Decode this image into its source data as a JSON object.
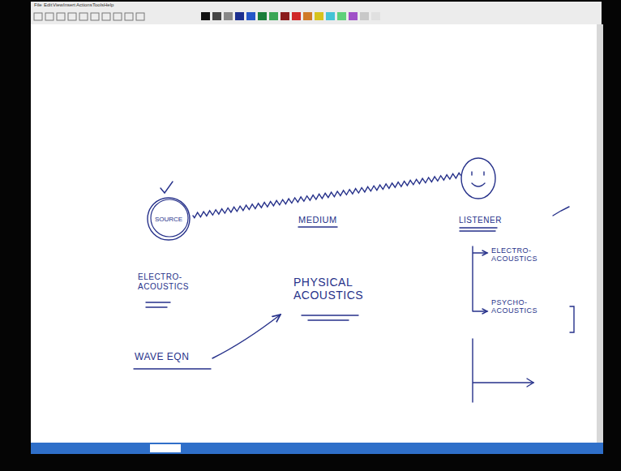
{
  "diagram": {
    "nodes": [
      {
        "text": [
          "SOURCE"
        ]
      }
    ],
    "labels": [
      "File",
      "Edit",
      "View",
      "Insert",
      "Actions",
      "Tools",
      "Help",
      "MEDIUM",
      "LISTENER",
      "ELECTRO- ACOUSTICS",
      "PHYSICAL ACOUSTICS",
      "ELECTRO- ACOUSTICS",
      "PSYCHO- ACOUSTICS",
      "WAVE EQN"
    ]
  }
}
